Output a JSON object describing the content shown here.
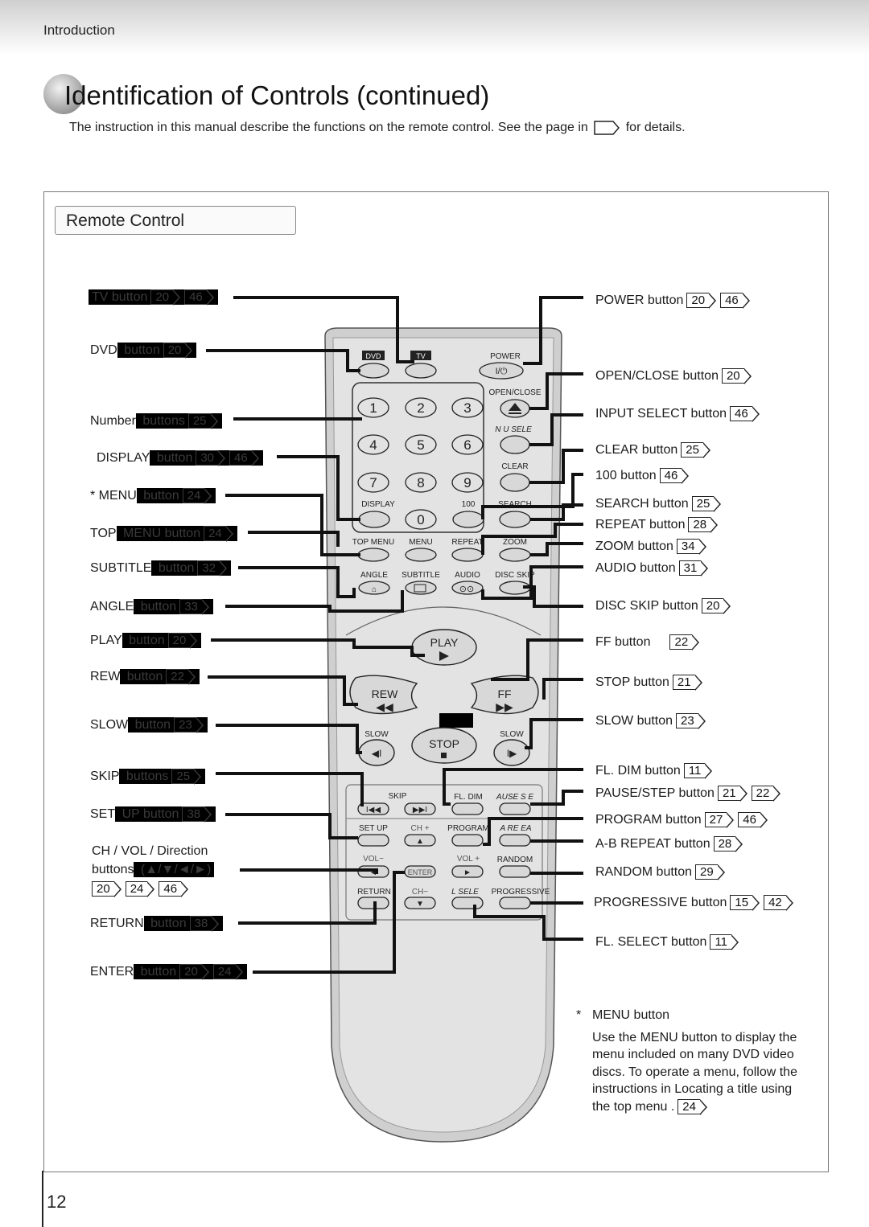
{
  "header": {
    "section": "Introduction",
    "title": "Identification of Controls (continued)",
    "intro_before": "The instruction in this manual describe the functions on the remote control. See the page in",
    "intro_after": "for details."
  },
  "subtitle": "Remote Control",
  "page_number": "12",
  "left_labels": [
    {
      "visible": "",
      "hidden": "TV button",
      "refs": [
        "20",
        "46"
      ]
    },
    {
      "visible": "DVD",
      "hidden": " button",
      "refs": [
        "20"
      ]
    },
    {
      "visible": "Number",
      "hidden": " buttons",
      "refs": [
        "25"
      ]
    },
    {
      "visible": "DISPLAY",
      "hidden": " button",
      "refs": [
        "30",
        "46"
      ]
    },
    {
      "visible": "* MENU",
      "hidden": " button",
      "refs": [
        "24"
      ]
    },
    {
      "visible": "TOP",
      "hidden": " MENU button",
      "refs": [
        "24"
      ]
    },
    {
      "visible": "SUBTITLE",
      "hidden": " button",
      "refs": [
        "32"
      ]
    },
    {
      "visible": "ANGLE",
      "hidden": " button",
      "refs": [
        "33"
      ]
    },
    {
      "visible": "PLAY",
      "hidden": " button",
      "refs": [
        "20"
      ]
    },
    {
      "visible": "REW",
      "hidden": " button",
      "refs": [
        "22"
      ]
    },
    {
      "visible": "SLOW",
      "hidden": " button",
      "refs": [
        "23"
      ]
    },
    {
      "visible": "SKIP",
      "hidden": " buttons",
      "refs": [
        "25"
      ]
    },
    {
      "visible": "SET",
      "hidden": " UP button",
      "refs": [
        "38"
      ]
    },
    {
      "visible": "RETURN",
      "hidden": " button",
      "refs": [
        "38"
      ]
    },
    {
      "visible": "ENTER",
      "hidden": " button",
      "refs": [
        "20",
        "24"
      ]
    }
  ],
  "ch_vol": {
    "line1": "CH / VOL / Direction",
    "line2_visible": "buttons",
    "line2_hidden": " (▲/▼/◄/►)",
    "refs": [
      "20",
      "24",
      "46"
    ]
  },
  "right_labels": [
    {
      "text": "POWER button",
      "refs": [
        "20",
        "46"
      ]
    },
    {
      "text": "OPEN/CLOSE button",
      "refs": [
        "20"
      ]
    },
    {
      "text": "INPUT SELECT button",
      "refs": [
        "46"
      ]
    },
    {
      "text": "CLEAR button",
      "refs": [
        "25"
      ]
    },
    {
      "text": "100 button",
      "refs": [
        "46"
      ]
    },
    {
      "text": "SEARCH button",
      "refs": [
        "25"
      ]
    },
    {
      "text": "REPEAT button",
      "refs": [
        "28"
      ]
    },
    {
      "text": "ZOOM button",
      "refs": [
        "34"
      ]
    },
    {
      "text": "AUDIO button",
      "refs": [
        "31"
      ]
    },
    {
      "text": "DISC SKIP button",
      "refs": [
        "20"
      ]
    },
    {
      "text": "FF button",
      "refs": [
        "22"
      ]
    },
    {
      "text": "STOP button",
      "refs": [
        "21"
      ]
    },
    {
      "text": "SLOW button",
      "refs": [
        "23"
      ]
    },
    {
      "text": "FL. DIM button",
      "refs": [
        "11"
      ]
    },
    {
      "text": "PAUSE/STEP button",
      "refs": [
        "21",
        "22"
      ]
    },
    {
      "text": "PROGRAM button",
      "refs": [
        "27",
        "46"
      ]
    },
    {
      "text": "A-B REPEAT button",
      "refs": [
        "28"
      ]
    },
    {
      "text": "RANDOM button",
      "refs": [
        "29"
      ]
    },
    {
      "text": "PROGRESSIVE button",
      "refs": [
        "15",
        "42"
      ]
    },
    {
      "text": "FL. SELECT button",
      "refs": [
        "11"
      ]
    }
  ],
  "note": {
    "star": "*",
    "heading": "MENU button",
    "body": "Use the MENU button to display the menu included on many DVD video discs. To operate a menu, follow the instructions in Locating a title using the top menu .",
    "ref": "24"
  },
  "remote": {
    "dvd": "DVD",
    "tv": "TV",
    "power": "POWER",
    "power_symbol": "I/⏻",
    "open_close": "OPEN/CLOSE",
    "input_select": "N U  SELE",
    "clear": "CLEAR",
    "digits": [
      "1",
      "2",
      "3",
      "4",
      "5",
      "6",
      "7",
      "8",
      "9",
      "0"
    ],
    "display": "DISPLAY",
    "hundred": "100",
    "search": "SEARCH",
    "top_menu": "TOP MENU",
    "menu": "MENU",
    "repeat": "REPEAT",
    "zoom": "ZOOM",
    "angle": "ANGLE",
    "subtitle": "SUBTITLE",
    "audio": "AUDIO",
    "disc_skip": "DISC SKIP",
    "play": "PLAY",
    "rew": "REW",
    "ff": "FF",
    "stop": "STOP",
    "slow": "SLOW",
    "skip": "SKIP",
    "fl_dim": "FL. DIM",
    "pause_step": "AUSE S  E",
    "set_up": "SET UP",
    "ch_plus": "CH +",
    "program": "PROGRAM",
    "ab_repeat": "A    RE  EA",
    "vol_minus": "VOL−",
    "vol_plus": "VOL +",
    "random": "RANDOM",
    "enter": "ENTER",
    "return": "RETURN",
    "ch_minus": "CH−",
    "fl_select": "L  SELE",
    "progressive": "PROGRESSIVE"
  }
}
